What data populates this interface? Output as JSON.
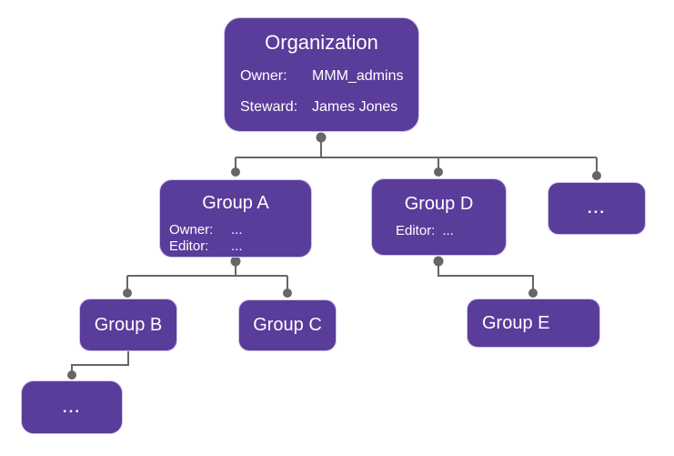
{
  "diagram": {
    "description": "Organization group hierarchy diagram",
    "colors": {
      "node_fill": "#5A3C9A",
      "node_text": "#FFFFFF",
      "connector": "#666666"
    },
    "nodes": {
      "organization": {
        "title": "Organization",
        "fields": [
          {
            "label": "Owner:",
            "value": "MMM_admins"
          },
          {
            "label": "Steward:",
            "value": "James Jones"
          }
        ]
      },
      "group_a": {
        "title": "Group A",
        "fields": [
          {
            "label": "Owner:",
            "value": "..."
          },
          {
            "label": "Editor:",
            "value": "..."
          }
        ]
      },
      "group_d": {
        "title": "Group D",
        "fields": [
          {
            "label": "Editor:",
            "value": "..."
          }
        ]
      },
      "ellipsis_org_child": {
        "title": "..."
      },
      "group_b": {
        "title": "Group B"
      },
      "group_c": {
        "title": "Group C"
      },
      "group_e": {
        "title": "Group E"
      },
      "ellipsis_group_b_child": {
        "title": "..."
      }
    },
    "edges": [
      {
        "from": "Organization",
        "to": "Group A"
      },
      {
        "from": "Organization",
        "to": "Group D"
      },
      {
        "from": "Organization",
        "to": "..."
      },
      {
        "from": "Group A",
        "to": "Group B"
      },
      {
        "from": "Group A",
        "to": "Group C"
      },
      {
        "from": "Group B",
        "to": "..."
      },
      {
        "from": "Group D",
        "to": "Group E"
      }
    ]
  }
}
